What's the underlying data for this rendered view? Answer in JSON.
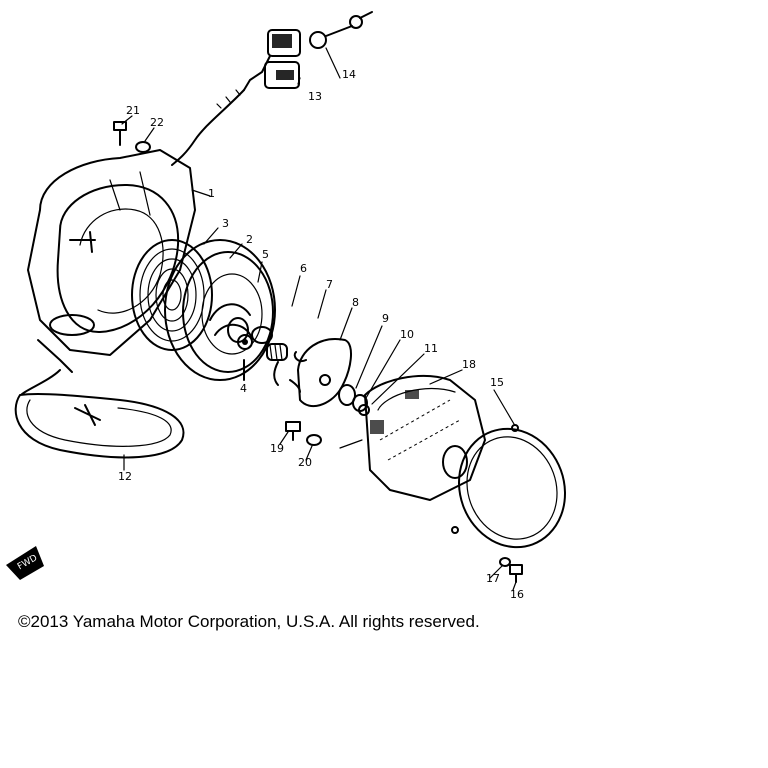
{
  "callouts": [
    {
      "id": "1",
      "text": "1"
    },
    {
      "id": "2",
      "text": "2"
    },
    {
      "id": "3",
      "text": "3"
    },
    {
      "id": "4",
      "text": "4"
    },
    {
      "id": "5",
      "text": "5"
    },
    {
      "id": "6",
      "text": "6"
    },
    {
      "id": "7",
      "text": "7"
    },
    {
      "id": "8",
      "text": "8"
    },
    {
      "id": "9",
      "text": "9"
    },
    {
      "id": "10",
      "text": "10"
    },
    {
      "id": "11",
      "text": "11"
    },
    {
      "id": "12",
      "text": "12"
    },
    {
      "id": "13",
      "text": "13"
    },
    {
      "id": "14",
      "text": "14"
    },
    {
      "id": "15",
      "text": "15"
    },
    {
      "id": "16",
      "text": "16"
    },
    {
      "id": "17",
      "text": "17"
    },
    {
      "id": "18",
      "text": "18"
    },
    {
      "id": "19",
      "text": "19"
    },
    {
      "id": "20",
      "text": "20"
    },
    {
      "id": "21",
      "text": "21"
    },
    {
      "id": "22",
      "text": "22"
    }
  ],
  "fwd_marker": "FWD",
  "copyright": "©2013 Yamaha Motor Corporation, U.S.A. All rights reserved."
}
